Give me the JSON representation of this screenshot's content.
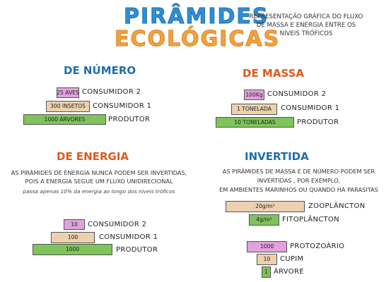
{
  "header": {
    "title_line1": "PIRÂMIDES",
    "title_line2": "ECOLÓGICAS",
    "description": "REPRESENTAÇÃO GRÁFICA DO FLUXO DE MASSA E ENERGIA ENTRE OS NÍVEIS TRÓFICOS"
  },
  "numero": {
    "heading": "DE NÚMERO",
    "levels": [
      {
        "value": "25 AVES",
        "label": "CONSUMIDOR 2"
      },
      {
        "value": "300 INSETOS",
        "label": "CONSUMIDOR 1"
      },
      {
        "value": "1000 ÁRVORES",
        "label": "PRODUTOR"
      }
    ]
  },
  "massa": {
    "heading": "DE MASSA",
    "levels": [
      {
        "value": "100Kg",
        "label": "CONSUMIDOR 2"
      },
      {
        "value": "1 TONELADA",
        "label": "CONSUMIDOR 1"
      },
      {
        "value": "10 TONELADAS",
        "label": "PRODUTOR"
      }
    ]
  },
  "energia": {
    "heading": "DE ENERGIA",
    "note_line1": "AS PIRÂMIDES DE ENERGIA NUNCA PODEM SER INVERTIDAS,",
    "note_line2": "POIS A ENERGIA SEGUE UM FLUXO UNIDIRECIONAL",
    "note_line3": "passa apenas 10% da energia ao longo dos níveis tróficos",
    "levels": [
      {
        "value": "10",
        "label": "CONSUMIDOR 2"
      },
      {
        "value": "100",
        "label": "CONSUMIDOR 1"
      },
      {
        "value": "1000",
        "label": "PRODUTOR"
      }
    ]
  },
  "invertida": {
    "heading": "INVERTIDA",
    "note_line1": "AS PIRÂMIDES DE MASSA E DE NÚMERO PODEM SER",
    "note_line2": "INVERTIDAS , POR EXEMPLO,",
    "note_line3": "EM AMBIENTES MARINHOS OU QUANDO HÁ PARASITAS",
    "massa_levels": [
      {
        "value": "20g/m²",
        "label": "ZOOPLÂNCTON"
      },
      {
        "value": "4g/m²",
        "label": "FITOPLÂNCTON"
      }
    ],
    "numero_levels": [
      {
        "value": "1000",
        "label": "PROTOZOÁRIO"
      },
      {
        "value": "10",
        "label": "CUPIM"
      },
      {
        "value": "1",
        "label": "ÁRVORE"
      }
    ]
  }
}
